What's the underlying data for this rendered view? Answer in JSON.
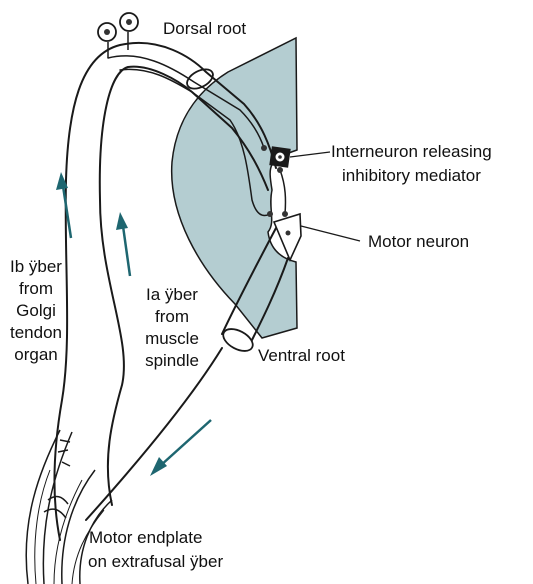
{
  "labels": {
    "dorsal_root": "Dorsal root",
    "interneuron_line1": "Interneuron releasing",
    "interneuron_line2": "inhibitory mediator",
    "motor_neuron": "Motor neuron",
    "ib_fiber": [
      "Ib ÿber",
      "from",
      "Golgi",
      "tendon",
      "organ"
    ],
    "ia_fiber": [
      "Ia ÿber",
      "from",
      "muscle",
      "spindle"
    ],
    "ventral_root": "Ventral root",
    "motor_endplate_line1": "Motor endplate",
    "motor_endplate_line2": "on extrafusal ÿber"
  },
  "colors": {
    "spinal_cord_fill": "#b4cdd1",
    "arrow": "#1e6670",
    "outline": "#1a1a1a"
  }
}
